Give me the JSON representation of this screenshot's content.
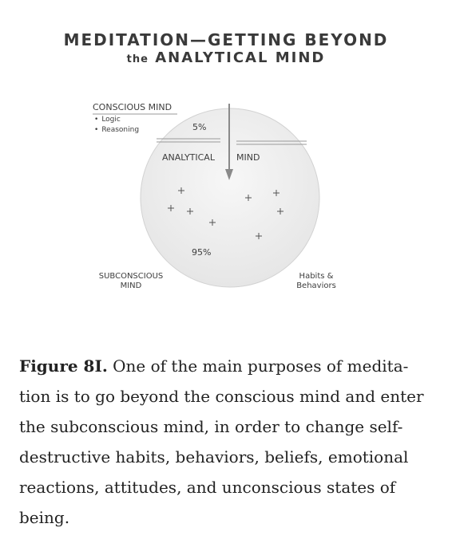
{
  "title": {
    "line1": "MEDITATION—GETTING BEYOND",
    "line2_prefix": "the",
    "line2_main": "ANALYTICAL MIND"
  },
  "diagram": {
    "conscious_mind": {
      "heading": "CONSCIOUS MIND",
      "bullets": [
        "Logic",
        "Reasoning"
      ]
    },
    "conscious_percent": "5%",
    "analytical_left": "ANALYTICAL",
    "analytical_right": "MIND",
    "subconscious_percent": "95%",
    "subconscious_label_line1": "SUBCONSCIOUS",
    "subconscious_label_line2": "MIND",
    "habits_label_line1": "Habits &",
    "habits_label_line2": "Behaviors",
    "colors": {
      "circle_fill": "#eeeeee",
      "circle_stroke": "#d0d0d0",
      "line": "#9a9a9a",
      "arrow": "#8a8a8a",
      "text": "#3d3d3d"
    }
  },
  "caption": {
    "label": "Figure 8I.",
    "text": " One of the main purposes of medita-tion is to go beyond the conscious mind and enter the subconscious mind, in order to change self-destructive habits, behaviors, beliefs, emotional reactions, attitudes, and unconscious states of being."
  }
}
